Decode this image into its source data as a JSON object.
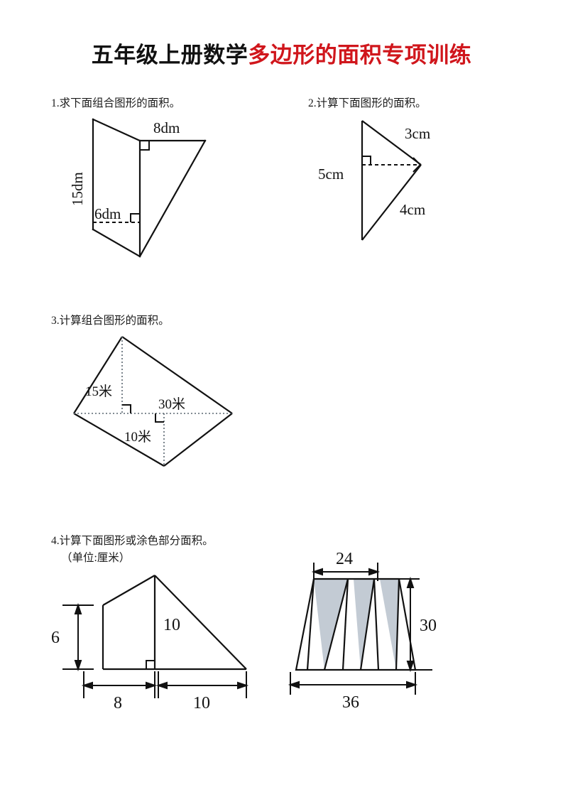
{
  "document": {
    "title_black": "五年级上册数学",
    "title_red": "多边形的面积专项训练",
    "accent_color": "#d0161c",
    "ink_color": "#111111",
    "shade_color": "#c3cbd4",
    "page_background": "#ffffff"
  },
  "problems": [
    {
      "id": "problem-1",
      "number": "1.",
      "text": "1.求下面组合图形的面积。",
      "figure": {
        "name": "composite-quadrilateral-triangle",
        "labels": [
          {
            "text": "8dm",
            "role": "top-edge-length"
          },
          {
            "text": "15dm",
            "role": "left-edge-length",
            "rotated": true
          },
          {
            "text": "6dm",
            "role": "dashed-height"
          }
        ],
        "right_angle_marks": 2,
        "dashed_segments": 1
      }
    },
    {
      "id": "problem-2",
      "number": "2.",
      "text": "2.计算下面图形的面积。",
      "figure": {
        "name": "right-triangle-pointing-right",
        "labels": [
          {
            "text": "3cm",
            "role": "upper-right-side"
          },
          {
            "text": "5cm",
            "role": "left-vertical-side"
          },
          {
            "text": "4cm",
            "role": "lower-right-side"
          }
        ],
        "right_angle_marks": 2,
        "dashed_segments": 1
      }
    },
    {
      "id": "problem-3",
      "number": "3.",
      "text": "3.计算组合图形的面积。",
      "figure": {
        "name": "kite-quadrilateral-split-by-diagonal",
        "labels": [
          {
            "text": "15米",
            "role": "upper-height"
          },
          {
            "text": "30米",
            "role": "diagonal-base"
          },
          {
            "text": "10米",
            "role": "lower-height"
          }
        ],
        "right_angle_marks": 2,
        "dashed_segments": 3
      }
    },
    {
      "id": "problem-4",
      "number": "4.",
      "text": "4.计算下面图形或涂色部分面积。",
      "subtext": "（单位:厘米）",
      "figures": [
        {
          "name": "trapezoid-triangle-composite",
          "labels": [
            {
              "text": "6",
              "role": "left-height"
            },
            {
              "text": "10",
              "role": "middle-height"
            },
            {
              "text": "8",
              "role": "left-base-segment"
            },
            {
              "text": "10",
              "role": "right-base-segment"
            }
          ],
          "right_angle_marks": 1,
          "dimension_arrows": 3
        },
        {
          "name": "trapezoid-with-shaded-triangles",
          "labels": [
            {
              "text": "24",
              "role": "top-base"
            },
            {
              "text": "30",
              "role": "height"
            },
            {
              "text": "36",
              "role": "bottom-base"
            }
          ],
          "shaded_triangles": 3,
          "dimension_arrows": 3
        }
      ]
    }
  ]
}
